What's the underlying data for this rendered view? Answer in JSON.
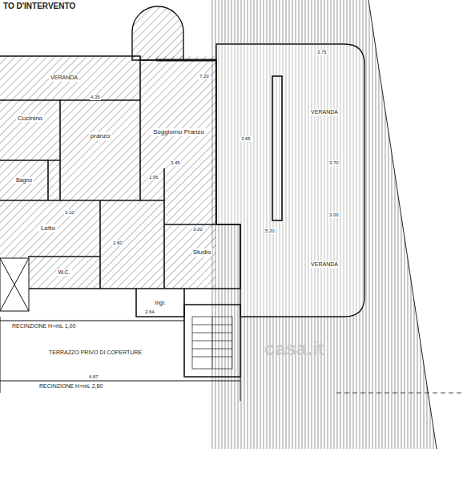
{
  "diagram": {
    "title": "TO D'INTERVENTO",
    "nodes": [
      {
        "text": [
          "VERANDA"
        ]
      },
      {
        "text": [
          "Cucinino"
        ]
      },
      {
        "text": [
          "pranzo"
        ]
      },
      {
        "text": [
          "Bagno"
        ]
      },
      {
        "text": [
          "Letto"
        ]
      },
      {
        "text": [
          "W.C."
        ]
      },
      {
        "text": [
          "Soggiorno Pranzo"
        ]
      },
      {
        "text": [
          "Studio"
        ]
      },
      {
        "text": [
          "Ingr."
        ]
      },
      {
        "text": [
          "VERANDA"
        ]
      },
      {
        "text": [
          "VERANDA"
        ]
      }
    ],
    "labels": [
      "RECINZIONE H=mL 1,00",
      "TERRAZZO PRIVO DI COPERTURE",
      "RECINZIONE H=mL 2,80",
      "casa.it",
      "7.20",
      "3.75",
      "3.65",
      "4.35",
      "3.45",
      "3.20",
      "3.10",
      "2.60",
      "1.95",
      "5.20",
      "3.70",
      "3.00",
      "2.64",
      "4.87"
    ]
  }
}
